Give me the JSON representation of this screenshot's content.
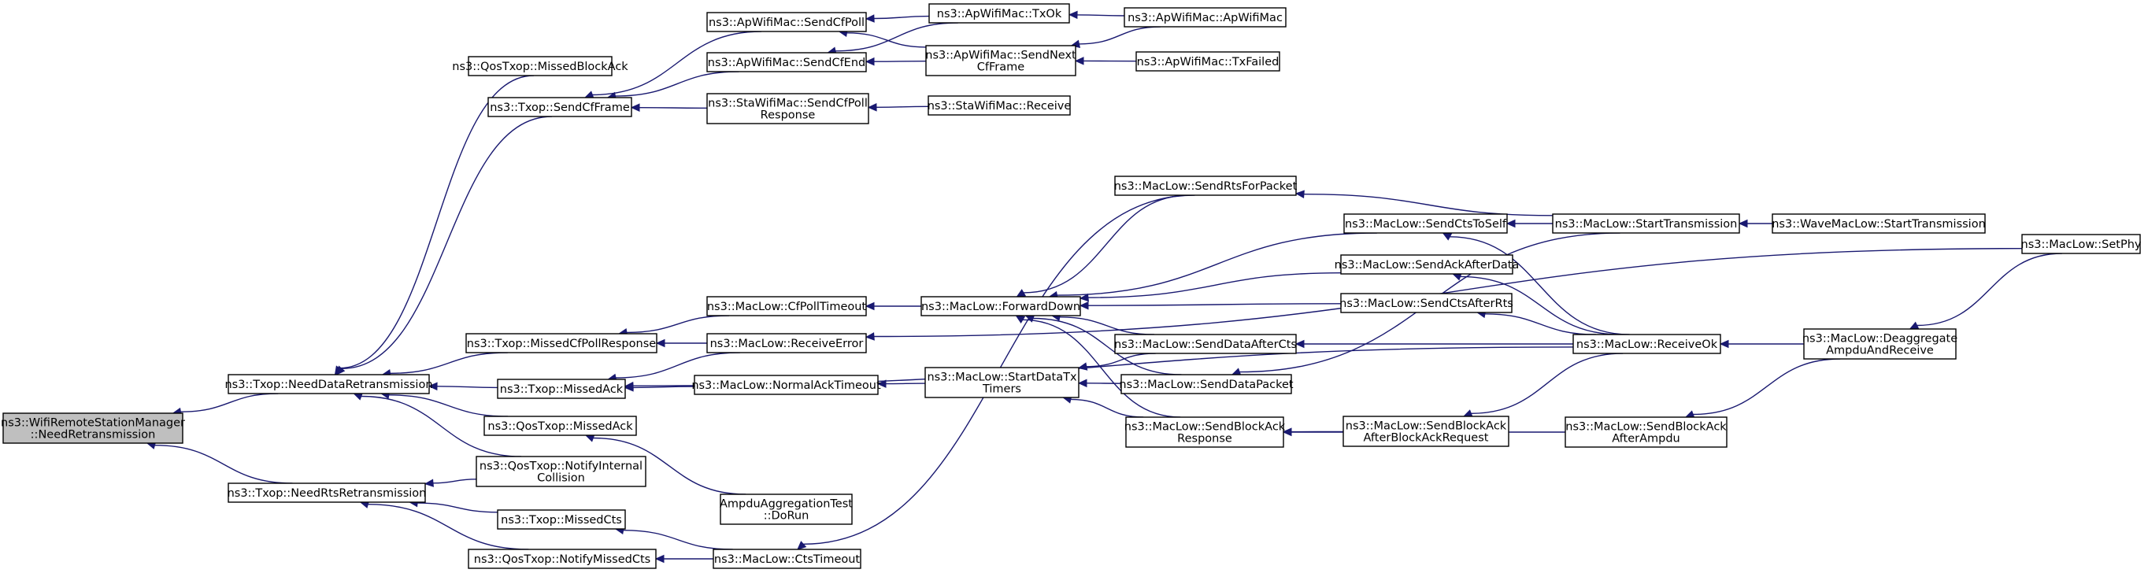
{
  "diagram": {
    "title": "",
    "root_node": "n_root",
    "nodes": {
      "n_root": [
        "ns3::WifiRemoteStationManager",
        "::NeedRetransmission"
      ],
      "n_ndr": [
        "ns3::Txop::NeedDataRetransmission"
      ],
      "n_nrr": [
        "ns3::Txop::NeedRtsRetransmission"
      ],
      "n_qmba": [
        "ns3::QosTxop::MissedBlockAck"
      ],
      "n_scff": [
        "ns3::Txop::SendCfFrame"
      ],
      "n_mcpr": [
        "ns3::Txop::MissedCfPollResponse"
      ],
      "n_ma": [
        "ns3::Txop::MissedAck"
      ],
      "n_qma": [
        "ns3::QosTxop::MissedAck"
      ],
      "n_qnic": [
        "ns3::QosTxop::NotifyInternal",
        "Collision"
      ],
      "n_mcts": [
        "ns3::Txop::MissedCts"
      ],
      "n_qnmc": [
        "ns3::QosTxop::NotifyMissedCts"
      ],
      "n_apscp": [
        "ns3::ApWifiMac::SendCfPoll"
      ],
      "n_apsce": [
        "ns3::ApWifiMac::SendCfEnd"
      ],
      "n_stascp": [
        "ns3::StaWifiMac::SendCfPoll",
        "Response"
      ],
      "n_aptxok": [
        "ns3::ApWifiMac::TxOk"
      ],
      "n_apsnf": [
        "ns3::ApWifiMac::SendNext",
        "CfFrame"
      ],
      "n_apctor": [
        "ns3::ApWifiMac::ApWifiMac"
      ],
      "n_aptxf": [
        "ns3::ApWifiMac::TxFailed"
      ],
      "n_starecv": [
        "ns3::StaWifiMac::Receive"
      ],
      "n_mlcfpt": [
        "ns3::MacLow::CfPollTimeout"
      ],
      "n_mlre": [
        "ns3::MacLow::ReceiveError"
      ],
      "n_mlnat": [
        "ns3::MacLow::NormalAckTimeout"
      ],
      "n_aatdr": [
        "AmpduAggregationTest",
        "::DoRun"
      ],
      "n_mlctst": [
        "ns3::MacLow::CtsTimeout"
      ],
      "n_mlfd": [
        "ns3::MacLow::ForwardDown"
      ],
      "n_mlsdtt": [
        "ns3::MacLow::StartDataTx",
        "Timers"
      ],
      "n_mlsrfp": [
        "ns3::MacLow::SendRtsForPacket"
      ],
      "n_mlscts": [
        "ns3::MacLow::SendCtsToSelf"
      ],
      "n_mlsaad": [
        "ns3::MacLow::SendAckAfterData"
      ],
      "n_mlscar": [
        "ns3::MacLow::SendCtsAfterRts"
      ],
      "n_mlsdac": [
        "ns3::MacLow::SendDataAfterCts"
      ],
      "n_mlsdp": [
        "ns3::MacLow::SendDataPacket"
      ],
      "n_mlsbar": [
        "ns3::MacLow::SendBlockAck",
        "Response"
      ],
      "n_mlsbaabr": [
        "ns3::MacLow::SendBlockAck",
        "AfterBlockAckRequest"
      ],
      "n_mlst": [
        "ns3::MacLow::StartTransmission"
      ],
      "n_mlro": [
        "ns3::MacLow::ReceiveOk"
      ],
      "n_mlsbaaa": [
        "ns3::MacLow::SendBlockAck",
        "AfterAmpdu"
      ],
      "n_wmlst": [
        "ns3::WaveMacLow::StartTransmission"
      ],
      "n_mldar": [
        "ns3::MacLow::Deaggregate",
        "AmpduAndReceive"
      ],
      "n_mlsp": [
        "ns3::MacLow::SetPhy"
      ]
    },
    "edges": [
      [
        "n_ndr",
        "n_root"
      ],
      [
        "n_nrr",
        "n_root"
      ],
      [
        "n_qmba",
        "n_ndr"
      ],
      [
        "n_scff",
        "n_ndr"
      ],
      [
        "n_mcpr",
        "n_ndr"
      ],
      [
        "n_ma",
        "n_ndr"
      ],
      [
        "n_qma",
        "n_ndr"
      ],
      [
        "n_qnic",
        "n_ndr"
      ],
      [
        "n_qnic",
        "n_nrr"
      ],
      [
        "n_mcts",
        "n_nrr"
      ],
      [
        "n_qnmc",
        "n_nrr"
      ],
      [
        "n_apscp",
        "n_scff"
      ],
      [
        "n_apsce",
        "n_scff"
      ],
      [
        "n_stascp",
        "n_scff"
      ],
      [
        "n_aptxok",
        "n_apscp"
      ],
      [
        "n_apsnf",
        "n_apscp"
      ],
      [
        "n_aptxok",
        "n_apsce"
      ],
      [
        "n_apsnf",
        "n_apsce"
      ],
      [
        "n_apctor",
        "n_aptxok"
      ],
      [
        "n_apctor",
        "n_apsnf"
      ],
      [
        "n_aptxf",
        "n_apsnf"
      ],
      [
        "n_starecv",
        "n_stascp"
      ],
      [
        "n_mlcfpt",
        "n_mcpr"
      ],
      [
        "n_mlre",
        "n_mcpr"
      ],
      [
        "n_mlre",
        "n_ma"
      ],
      [
        "n_mlnat",
        "n_ma"
      ],
      [
        "n_mlro",
        "n_ma"
      ],
      [
        "n_aatdr",
        "n_qma"
      ],
      [
        "n_mlctst",
        "n_mcts"
      ],
      [
        "n_mlctst",
        "n_qnmc"
      ],
      [
        "n_mlfd",
        "n_mlcfpt"
      ],
      [
        "n_mlsp",
        "n_mlre"
      ],
      [
        "n_mlsdtt",
        "n_mlnat"
      ],
      [
        "n_mlsrfp",
        "n_mlctst"
      ],
      [
        "n_mlsrfp",
        "n_mlfd"
      ],
      [
        "n_mlscts",
        "n_mlfd"
      ],
      [
        "n_mlsaad",
        "n_mlfd"
      ],
      [
        "n_mlscar",
        "n_mlfd"
      ],
      [
        "n_mlsdac",
        "n_mlfd"
      ],
      [
        "n_mlsdp",
        "n_mlfd"
      ],
      [
        "n_mlsbar",
        "n_mlfd"
      ],
      [
        "n_mlsdac",
        "n_mlsdtt"
      ],
      [
        "n_mlsdp",
        "n_mlsdtt"
      ],
      [
        "n_mlsbar",
        "n_mlsdtt"
      ],
      [
        "n_mlst",
        "n_mlsrfp"
      ],
      [
        "n_mlst",
        "n_mlscts"
      ],
      [
        "n_mlst",
        "n_mlsdp"
      ],
      [
        "n_mlro",
        "n_mlscts"
      ],
      [
        "n_mlro",
        "n_mlsaad"
      ],
      [
        "n_mlro",
        "n_mlscar"
      ],
      [
        "n_mlro",
        "n_mlsdac"
      ],
      [
        "n_mlsbaabr",
        "n_mlsbar"
      ],
      [
        "n_mlsbaaa",
        "n_mlsbar"
      ],
      [
        "n_mlro",
        "n_mlsbaabr"
      ],
      [
        "n_wmlst",
        "n_mlst"
      ],
      [
        "n_mldar",
        "n_mlro"
      ],
      [
        "n_mldar",
        "n_mlsbaaa"
      ],
      [
        "n_mlsp",
        "n_mldar"
      ]
    ]
  }
}
